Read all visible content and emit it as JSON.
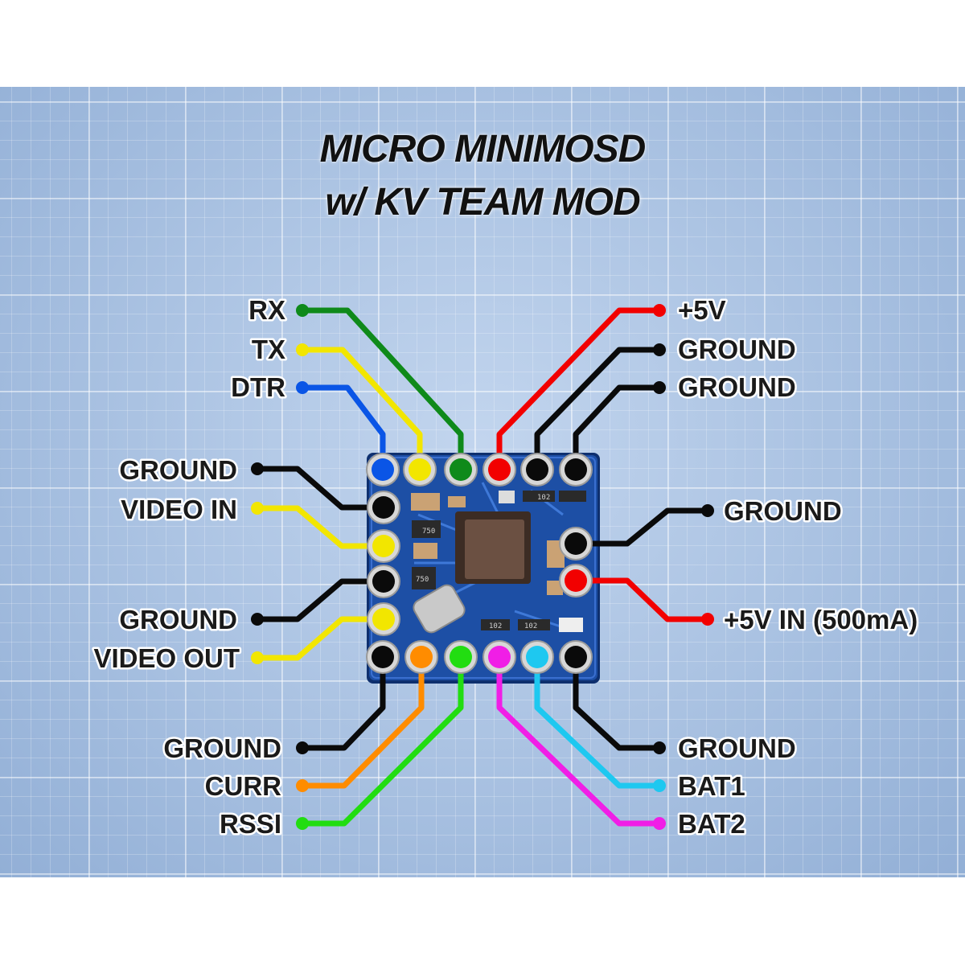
{
  "title": {
    "line1": "MICRO MINIMOSD",
    "line2": "w/ KV TEAM MOD"
  },
  "board": {
    "markings": [
      "102",
      "750",
      "750",
      "102",
      "102"
    ]
  },
  "pins": {
    "top_left": [
      {
        "label": "RX",
        "color": "#0f8a1a"
      },
      {
        "label": "TX",
        "color": "#f2e600"
      },
      {
        "label": "DTR",
        "color": "#0a55e6"
      }
    ],
    "top_right": [
      {
        "label": "+5V",
        "color": "#f20000"
      },
      {
        "label": "GROUND",
        "color": "#0a0a0a"
      },
      {
        "label": "GROUND",
        "color": "#0a0a0a"
      }
    ],
    "left": [
      {
        "label": "GROUND",
        "color": "#0a0a0a"
      },
      {
        "label": "VIDEO IN",
        "color": "#f2e600"
      },
      {
        "label": "GROUND",
        "color": "#0a0a0a"
      },
      {
        "label": "VIDEO OUT",
        "color": "#f2e600"
      }
    ],
    "right": [
      {
        "label": "GROUND",
        "color": "#0a0a0a"
      },
      {
        "label": "+5V IN (500mA)",
        "color": "#f20000"
      }
    ],
    "bottom_left": [
      {
        "label": "GROUND",
        "color": "#0a0a0a"
      },
      {
        "label": "CURR",
        "color": "#ff8c00"
      },
      {
        "label": "RSSI",
        "color": "#22dd11"
      }
    ],
    "bottom_right": [
      {
        "label": "GROUND",
        "color": "#0a0a0a"
      },
      {
        "label": "BAT1",
        "color": "#1ec8f0"
      },
      {
        "label": "BAT2",
        "color": "#f01ee6"
      }
    ]
  },
  "colors": {
    "board": "#1d4fa5",
    "chip": "#6b5042"
  }
}
